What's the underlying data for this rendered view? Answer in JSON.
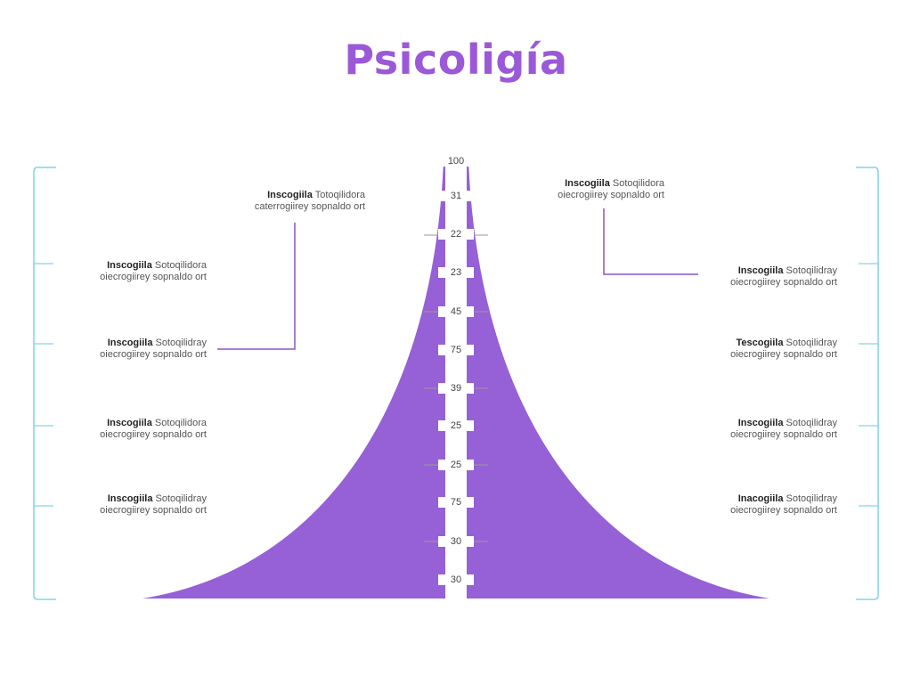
{
  "title": "Psicoligía",
  "colors": {
    "accent": "#9b59d8",
    "bracket": "#7fd6e6",
    "connector": "#8a55c9"
  },
  "axis_ticks": [
    "100",
    "31",
    "22",
    "23",
    "45",
    "75",
    "39",
    "25",
    "25",
    "75",
    "30",
    "30"
  ],
  "labels_left": [
    {
      "bold": "Inscogiila",
      "rest": "Totoqilidora",
      "line2": "caterrogiirey sopnaldo ort"
    },
    {
      "bold": "Inscogiila",
      "rest": "Sotoqilidora",
      "line2": "oiecrogiirey sopnaldo ort"
    },
    {
      "bold": "Inscogiila",
      "rest": "Sotoqilidray",
      "line2": "oiecrogiirey sopnaldo ort"
    },
    {
      "bold": "Inscogiila",
      "rest": "Sotoqilidora",
      "line2": "oiecrogiirey sopnaldo ort"
    },
    {
      "bold": "Inscogiila",
      "rest": "Sotoqilidray",
      "line2": "oiecrogiirey sopnaldo ort"
    }
  ],
  "labels_right": [
    {
      "bold": "Inscogiila",
      "rest": "Sotoqilidora",
      "line2": "oiecrogiirey sopnaldo ort"
    },
    {
      "bold": "Inscogiila",
      "rest": "Sotoqilidray",
      "line2": "oiecrogiirey sopnaldo ort"
    },
    {
      "bold": "Tescogiila",
      "rest": "Sotoqilidray",
      "line2": "oiecrogiirey sopnaldo ort"
    },
    {
      "bold": "Inscogiila",
      "rest": "Sotoqilidray",
      "line2": "oiecrogiirey sopnaldo ort"
    },
    {
      "bold": "Inacogiila",
      "rest": "Sotoqilidray",
      "line2": "oiecrogiirey sopnaldo ort"
    }
  ]
}
